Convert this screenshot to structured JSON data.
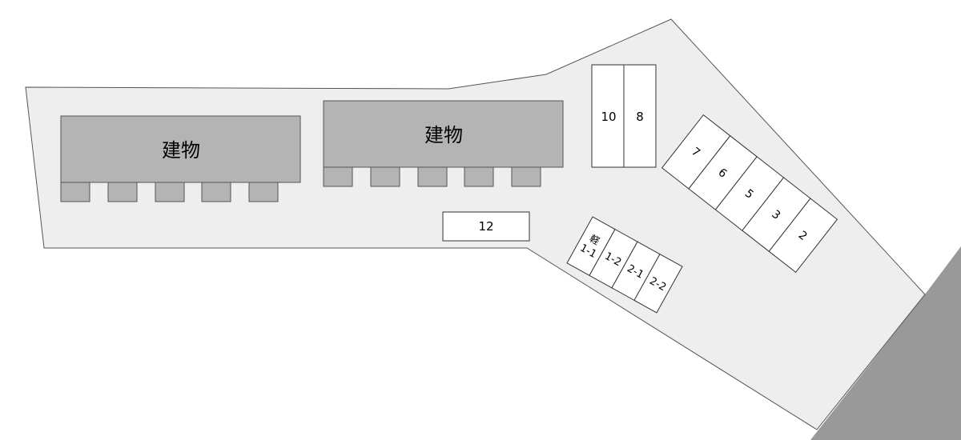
{
  "colors": {
    "lot_fill": "#eeeeee",
    "outline": "#555555",
    "building_fill": "#b4b4b4",
    "space_fill": "#ffffff",
    "road_fill": "#999999"
  },
  "buildings": [
    {
      "label": "建物"
    },
    {
      "label": "建物"
    }
  ],
  "parking": {
    "top_pair": [
      "10",
      "8"
    ],
    "single": "12",
    "diagonal_row": [
      "7",
      "6",
      "5",
      "3",
      "2"
    ],
    "compact_row": [
      {
        "tag": "軽",
        "label": "1-1"
      },
      {
        "label": "1-2"
      },
      {
        "label": "2-1"
      },
      {
        "label": "2-2"
      }
    ]
  }
}
